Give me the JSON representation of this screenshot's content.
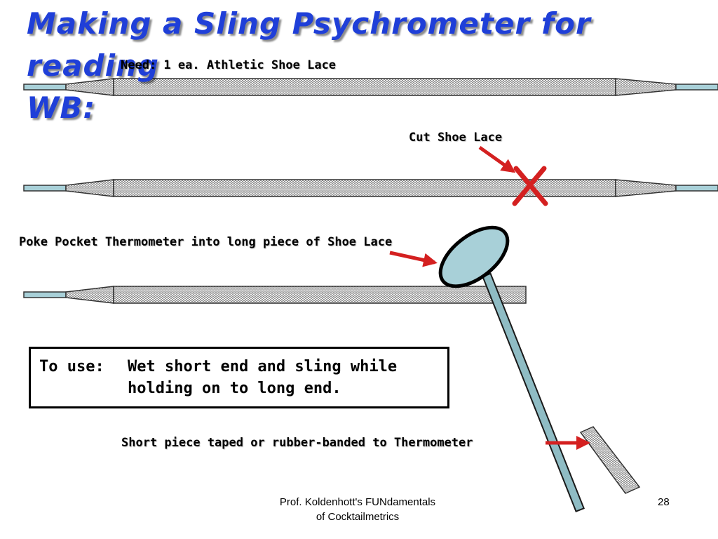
{
  "slide": {
    "title_line1": "Making a Sling Psychrometer for reading",
    "title_line2": "WB:",
    "need_label": "Need: 1 ea. Athletic Shoe Lace",
    "cut_label": "Cut Shoe Lace",
    "poke_label": "Poke Pocket Thermometer into long piece of Shoe Lace",
    "usage": {
      "lead": "To use:",
      "line1": "Wet short end and sling while",
      "line2": "holding on to long end."
    },
    "short_piece_label": "Short piece taped or rubber-banded to Thermometer",
    "footer_line1": "Prof. Koldenhott's FUNdamentals",
    "footer_line2": "of Cocktailmetrics",
    "page_number": "28"
  },
  "colors": {
    "title": "#1f3fd8",
    "arrow": "#d42020",
    "aglet": "#a8d0d8",
    "thermometer": "#8fbcc4",
    "lace_outline": "#333333"
  },
  "icons": {
    "cut_mark": "red-x-icon",
    "arrows": "red-arrow-icon"
  }
}
